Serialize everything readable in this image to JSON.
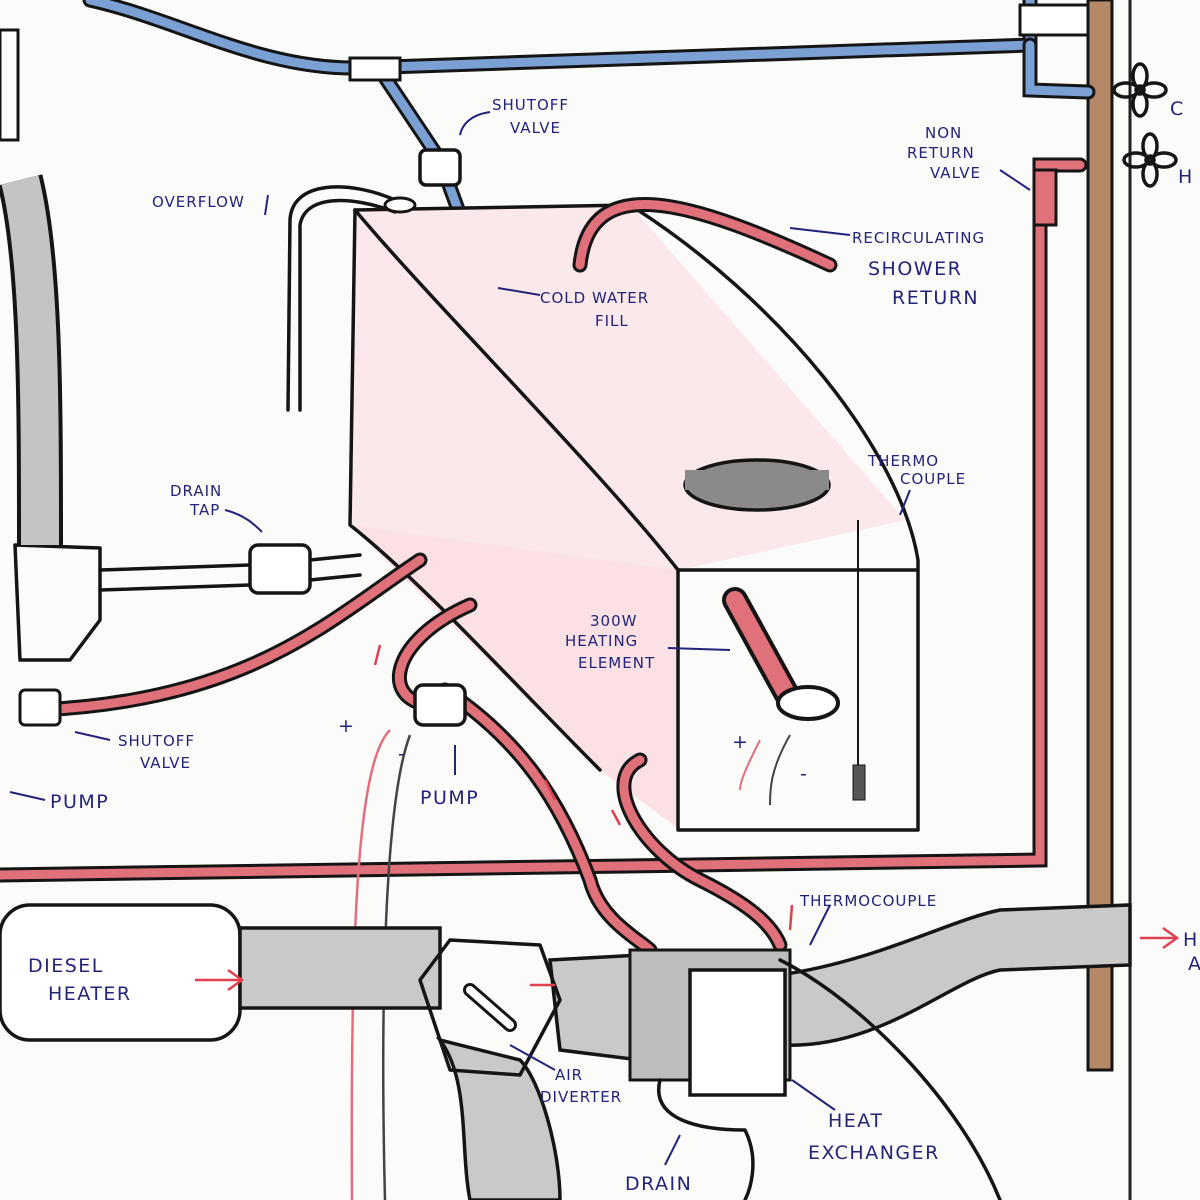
{
  "labels": {
    "shutoff_valve_top": [
      "SHUTOFF",
      "VALVE"
    ],
    "overflow": "OVERFLOW",
    "cold_water_fill": [
      "COLD WATER",
      "FILL"
    ],
    "recirculating": [
      "RECIRCULATING",
      "SHOWER",
      "RETURN"
    ],
    "non_return_valve": [
      "NON",
      "RETURN",
      "VALVE"
    ],
    "tap_cold": "C",
    "tap_hot": "H",
    "thermo_couple_tank": [
      "THERMO",
      "COUPLE"
    ],
    "drain_tap": [
      "DRAIN",
      "TAP"
    ],
    "heating_element": [
      "300W",
      "HEATING",
      "ELEMENT"
    ],
    "shutoff_valve_left": [
      "SHUTOFF",
      "VALVE"
    ],
    "pump_left": "PUMP",
    "pump": "PUMP",
    "plus": "+",
    "minus": "-",
    "thermocouple_hx": "THERMOCOUPLE",
    "diesel_heater": [
      "DIESEL",
      "HEATER"
    ],
    "air_diverter": [
      "AIR",
      "DIVERTER"
    ],
    "heat_exchanger": [
      "HEAT",
      "EXCHANGER"
    ],
    "drain": "DRAIN",
    "hot_air_cut": [
      "H",
      "A"
    ]
  },
  "colors": {
    "cold_pipe": "#7aa0d4",
    "hot_pipe": "#e0707a",
    "ink": "#151515",
    "label": "#23237a",
    "wood_post": "#b08060"
  }
}
